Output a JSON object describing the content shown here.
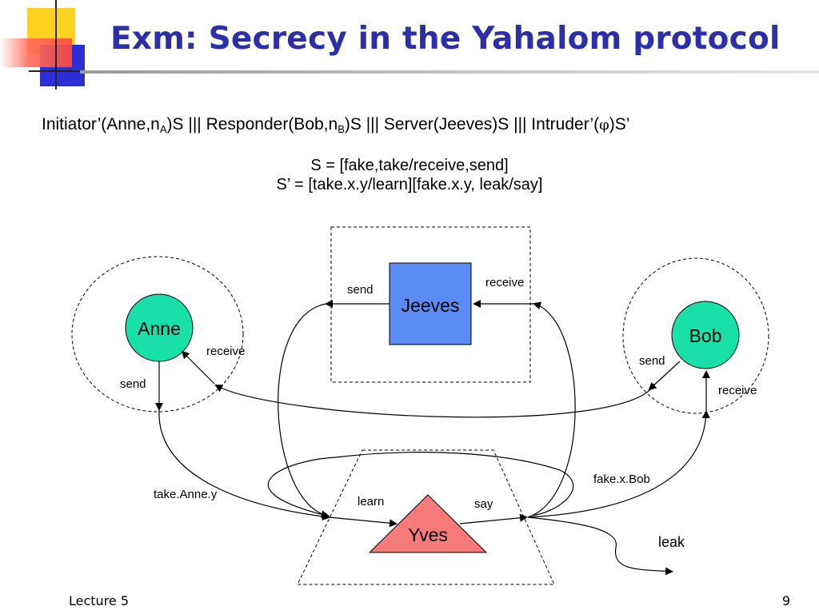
{
  "slide": {
    "title": "Exm: Secrecy in the Yahalom protocol",
    "footer_left": "Lecture 5",
    "page_number": "9"
  },
  "equations": {
    "process_line": {
      "initiator_pre": "Initiator’(Anne,n",
      "initiator_sub": "A",
      "initiator_post": ")S  |||  Responder(Bob,n",
      "responder_sub": "B",
      "rest_pre": ")S  |||  Server(Jeeves)S  |||  Intruder’(",
      "phi": "φ",
      "rest_post": ")S’"
    },
    "s_def": "S = [fake,take/receive,send]",
    "s_prime_def": "S’ = [take.x.y/learn][fake.x.y, leak/say]"
  },
  "diagram": {
    "nodes": {
      "anne": "Anne",
      "bob": "Bob",
      "jeeves": "Jeeves",
      "yves": "Yves"
    },
    "labels": {
      "jeeves_send": "send",
      "jeeves_receive": "receive",
      "anne_receive": "receive",
      "anne_send": "send",
      "bob_send": "send",
      "bob_receive": "receive",
      "take_anne_y": "take.Anne.y",
      "learn": "learn",
      "say": "say",
      "fake_x_bob": "fake.x.Bob",
      "leak": "leak"
    },
    "colors": {
      "anne_bob_fill": "#18e0a8",
      "jeeves_fill": "#5b8cf5",
      "yves_fill": "#f77a7a",
      "title_color": "#2b2fa8"
    }
  }
}
